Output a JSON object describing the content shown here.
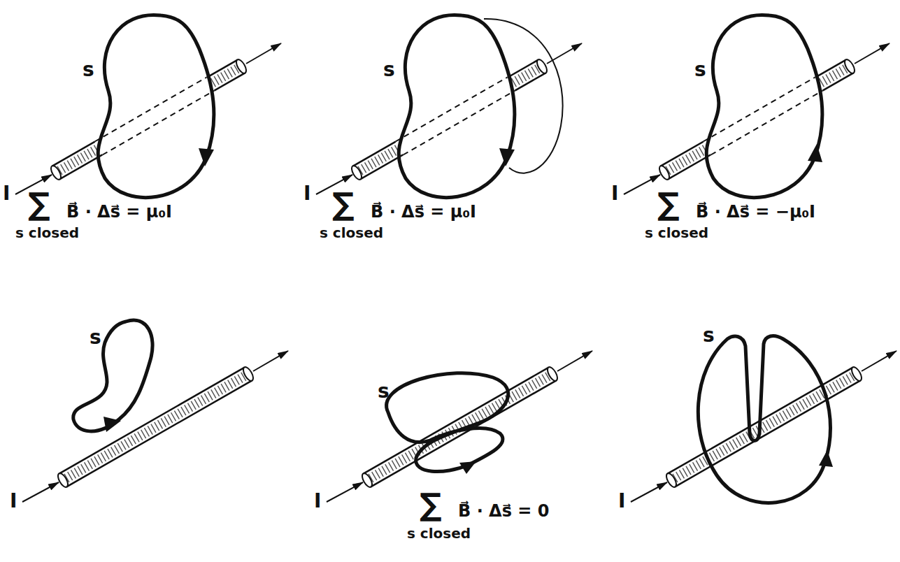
{
  "diagram": {
    "labels": [
      "s",
      "I",
      "∑",
      "s closed",
      "B⃗ · Δs⃗ = μ₀I",
      "s",
      "I",
      "∑",
      "s closed",
      "B⃗ · Δs⃗ = μ₀I",
      "s",
      "I",
      "∑",
      "s closed",
      "B⃗ · Δs⃗ = −μ₀I",
      "s",
      "I",
      "s",
      "I",
      "∑",
      "s closed",
      "B⃗ · Δs⃗ = 0",
      "s",
      "I"
    ]
  }
}
